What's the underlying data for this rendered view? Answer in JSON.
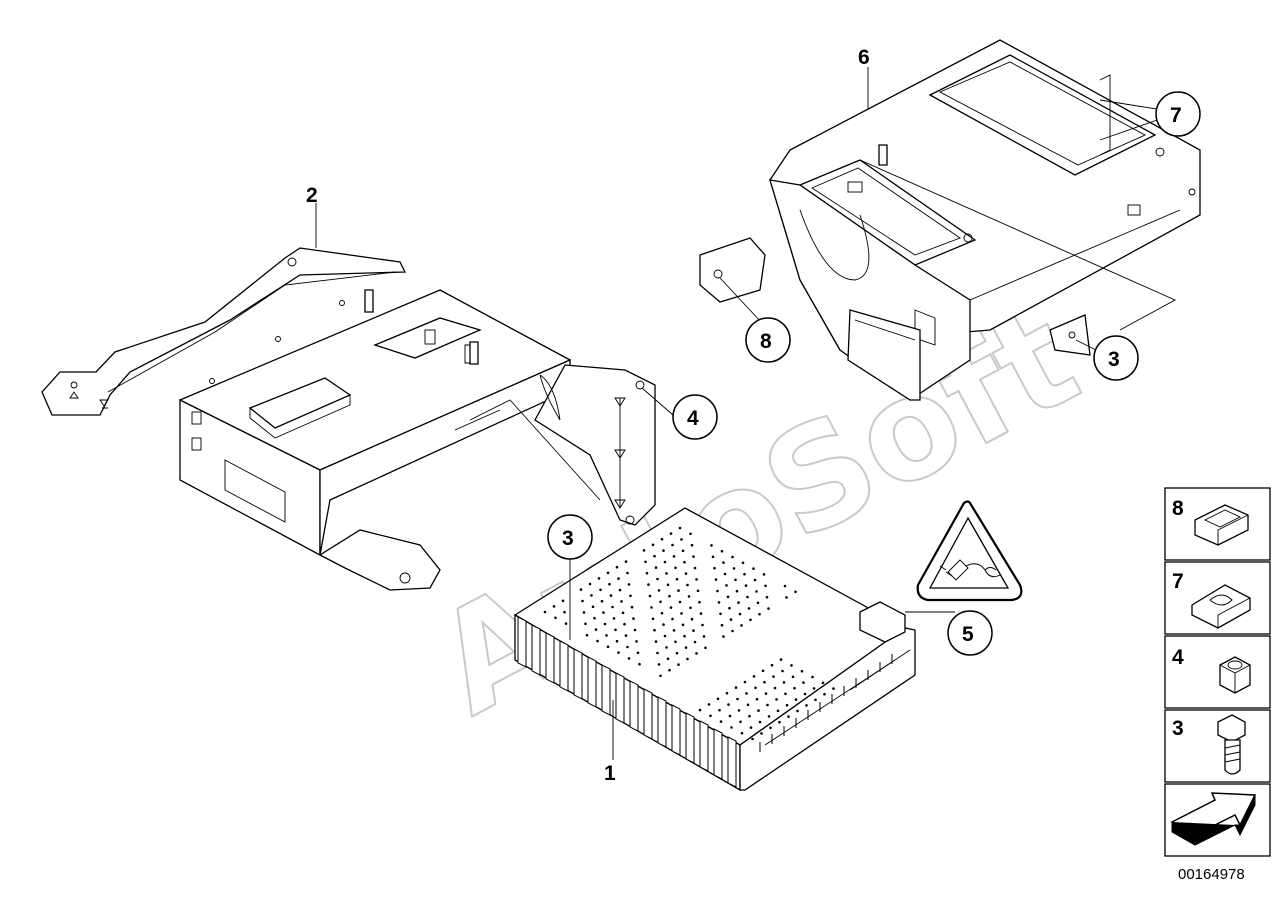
{
  "callouts": {
    "c1": "1",
    "c2": "2",
    "c3a": "3",
    "c3b": "3",
    "c4": "4",
    "c5": "5",
    "c6": "6",
    "c7": "7",
    "c8": "8"
  },
  "legend": {
    "item8": "8",
    "item7": "7",
    "item4": "4",
    "item3": "3",
    "item8_icon": "clip-icon",
    "item7_icon": "spring-nut-icon",
    "item4_icon": "hex-nut-icon",
    "item3_icon": "bolt-icon",
    "arrow_icon": "arrow-icon"
  },
  "watermark": "AutoSoft",
  "catalog_number": "00164978"
}
